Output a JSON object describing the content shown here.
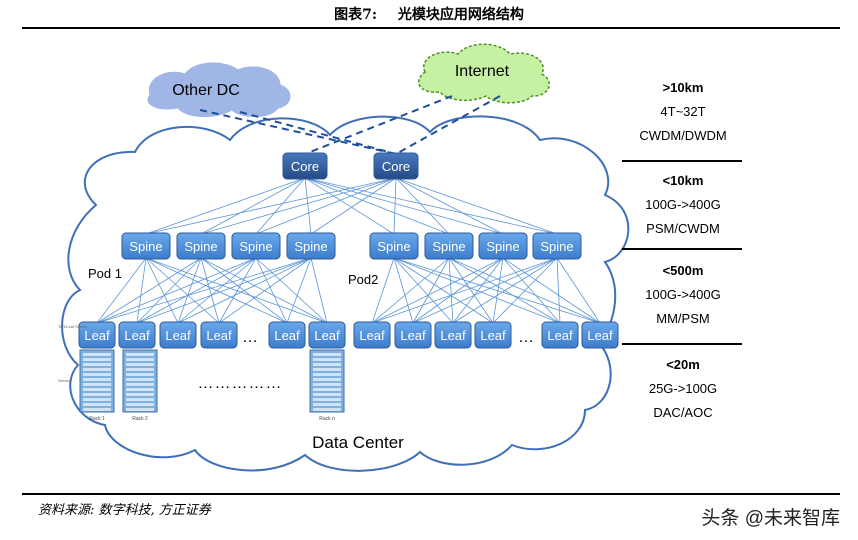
{
  "header": {
    "figure_no": "图表7:",
    "title": "光模块应用网络结构"
  },
  "diagram": {
    "clouds": {
      "other_dc": "Other DC",
      "internet": "Internet",
      "data_center": "Data Center"
    },
    "core_label": "Core",
    "spine_label": "Spine",
    "leaf_label": "Leaf",
    "pods": [
      "Pod 1",
      "Pod2"
    ],
    "ellipsis": "…",
    "dotted_row": "……………",
    "rack_labels": [
      "Rack 1",
      "Rack 2",
      "Rack n"
    ],
    "tiny_labels": {
      "tor": "ToR/Leaf Switch",
      "servers": "Servers"
    },
    "tiers": [
      {
        "distance": ">10km",
        "rate": "4T~32T",
        "type": "CWDM/DWDM"
      },
      {
        "distance": "<10km",
        "rate": "100G->400G",
        "type": "PSM/CWDM"
      },
      {
        "distance": "<500m",
        "rate": "100G->400G",
        "type": "MM/PSM"
      },
      {
        "distance": "<20m",
        "rate": "25G->100G",
        "type": "DAC/AOC"
      }
    ]
  },
  "footer": {
    "source": "资料来源: 数字科技, 方正证券",
    "brand": "头条 @未来智库"
  },
  "colors": {
    "node": "#4a8fd8",
    "core": "#2f5c9e",
    "cloud_outline": "#3f6fb8",
    "link": "#5b95d6",
    "dashed": "#1f4f9a",
    "internet_fill": "#c6f0a2",
    "otherdc_fill": "#9fb6e6"
  }
}
